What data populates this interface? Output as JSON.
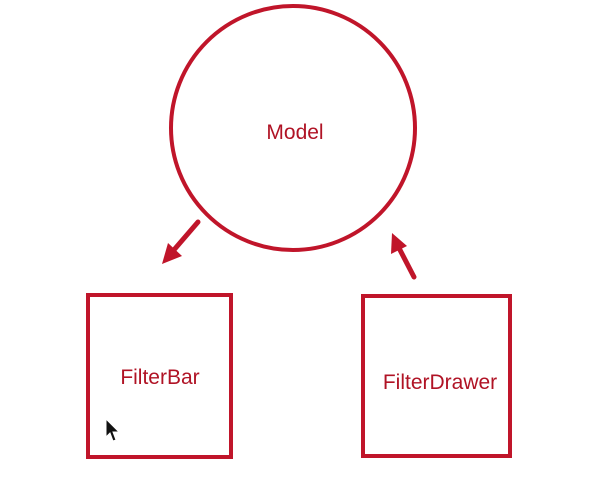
{
  "diagram": {
    "model": {
      "label": "Model"
    },
    "filter_bar": {
      "label": "FilterBar"
    },
    "filter_drawer": {
      "label": "FilterDrawer"
    }
  },
  "colors": {
    "stroke": "#c0152a",
    "text": "#b01325",
    "background": "#ffffff",
    "cursor": "#111111"
  },
  "icons": {
    "cursor": "mouse-pointer-icon"
  }
}
